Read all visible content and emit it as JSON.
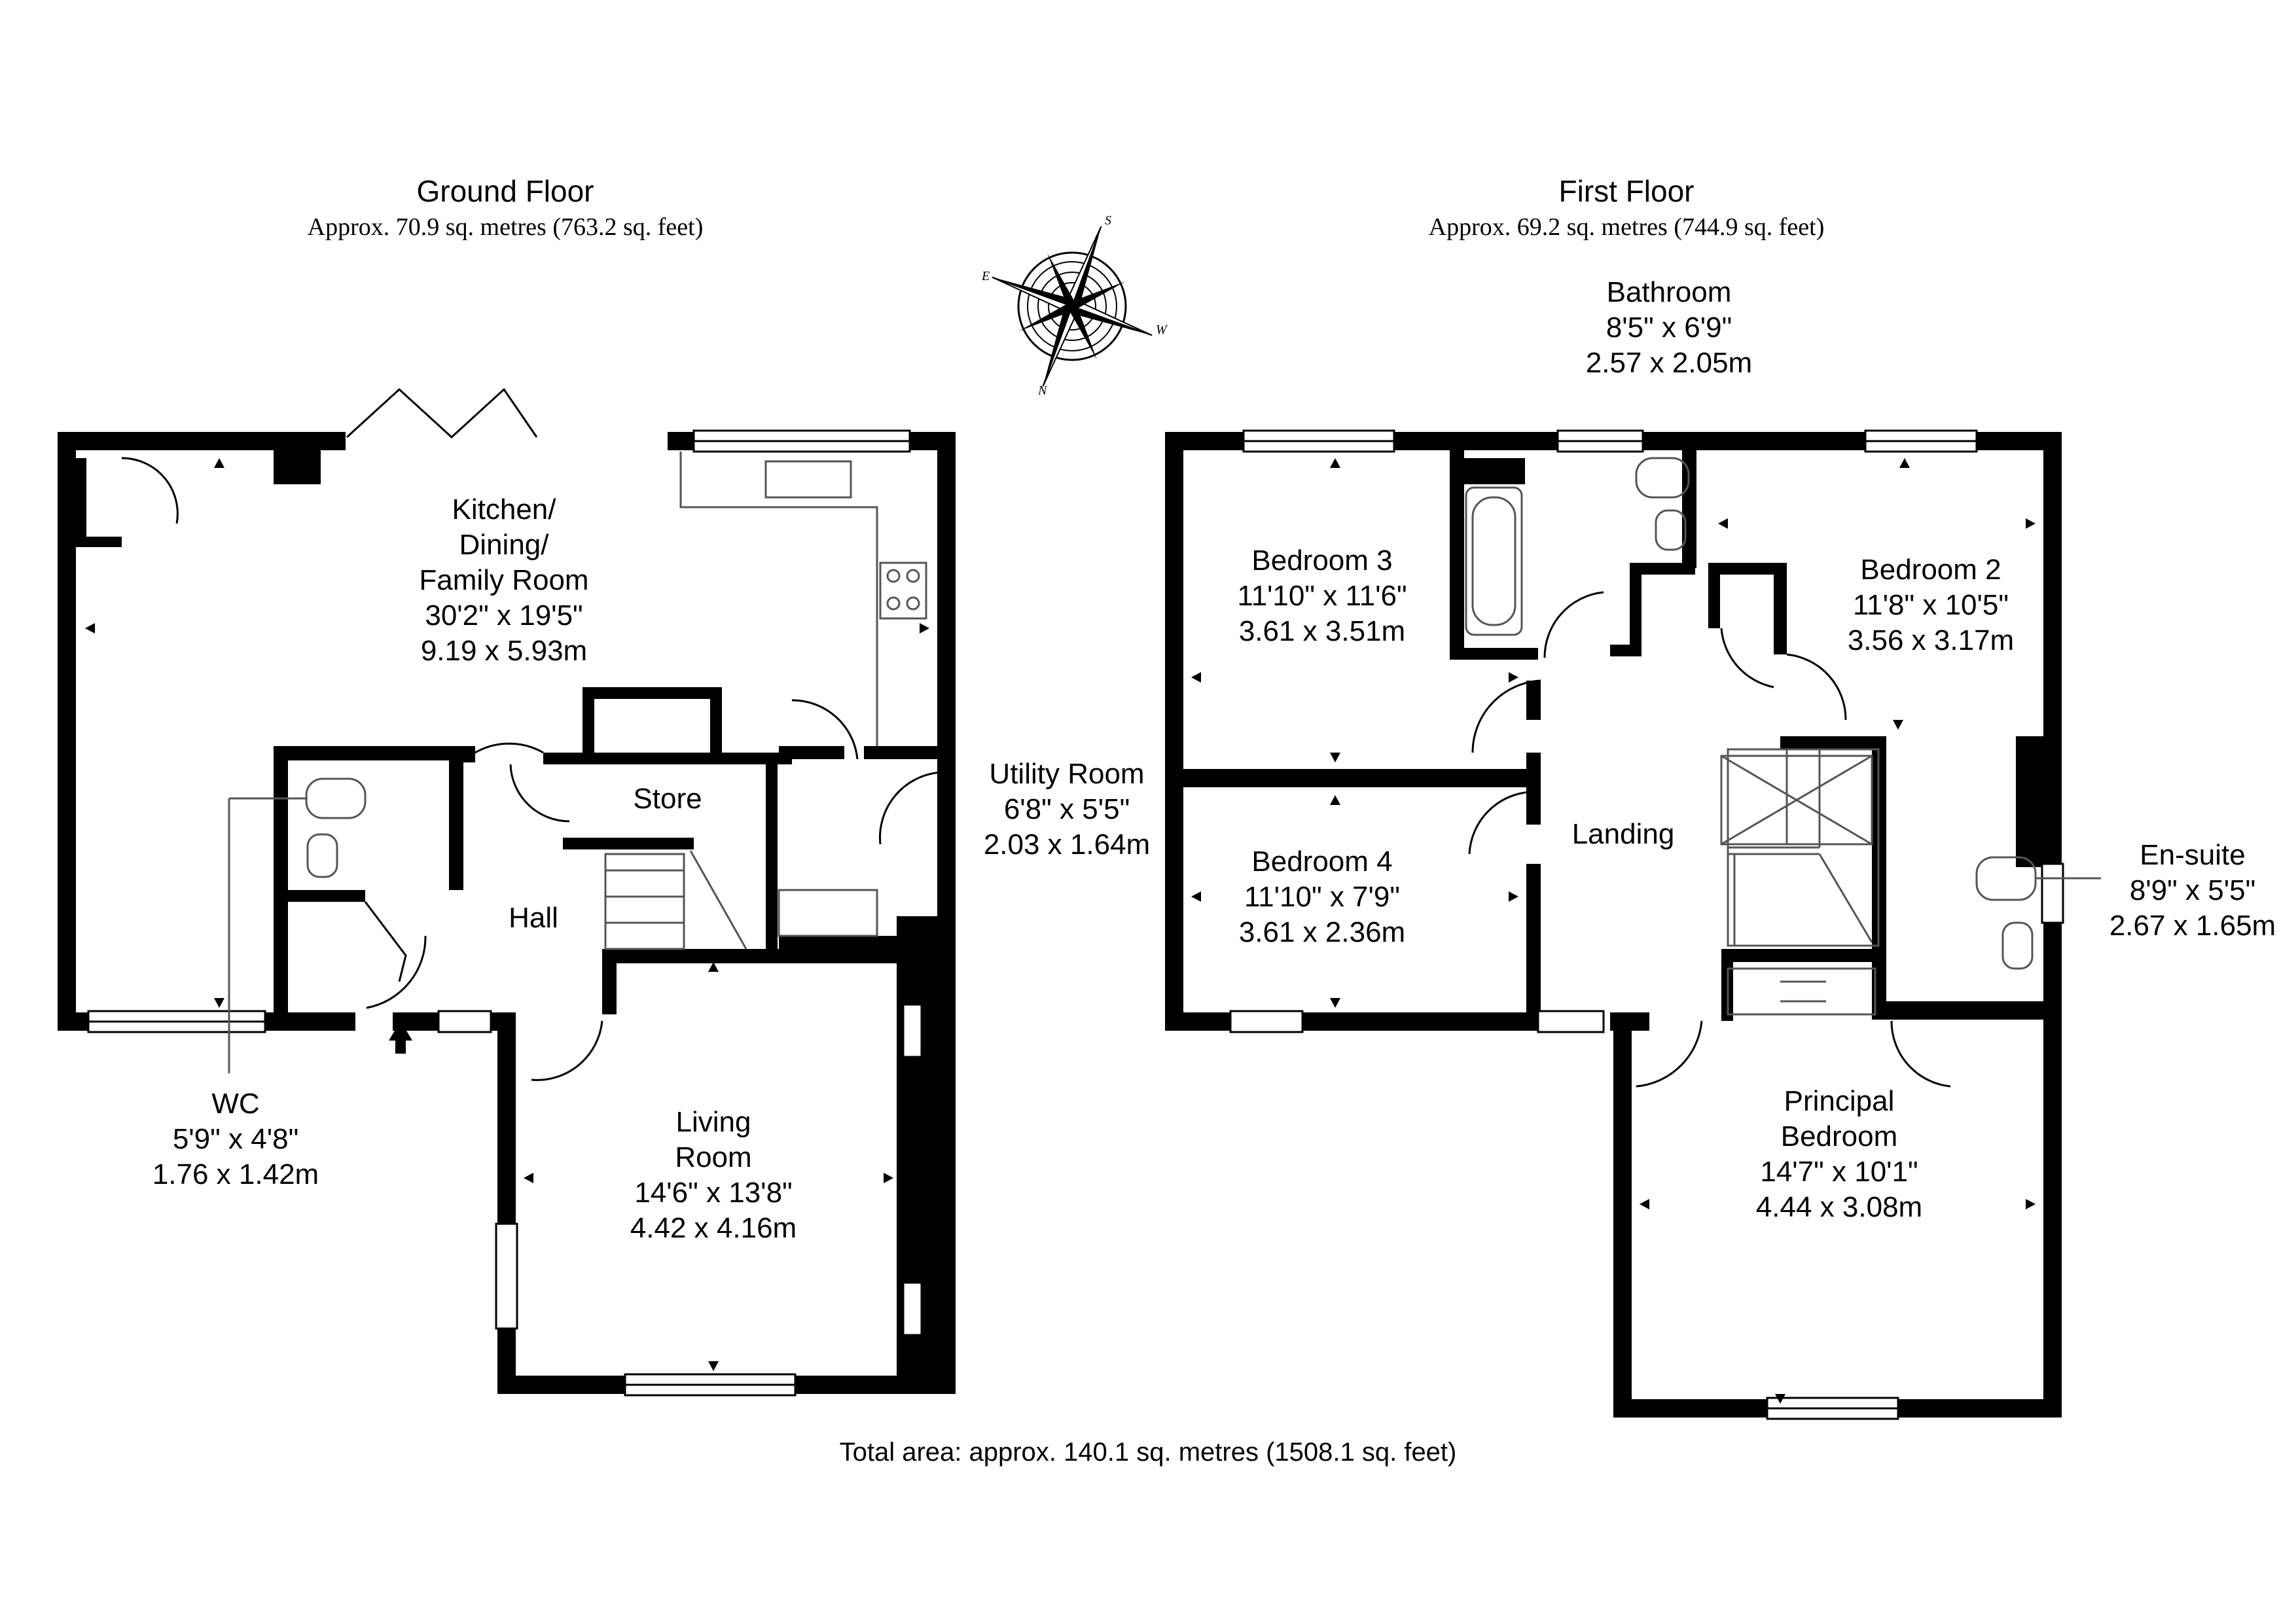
{
  "floors": [
    {
      "title": "Ground Floor",
      "area": "Approx. 70.9 sq. metres (763.2 sq. feet)"
    },
    {
      "title": "First Floor",
      "area": "Approx. 69.2 sq. metres (744.9 sq. feet)"
    }
  ],
  "total_area": "Total area: approx. 140.1 sq. metres (1508.1 sq. feet)",
  "rooms": {
    "kitchen": [
      "Kitchen/",
      "Dining/",
      "Family Room",
      "30'2\" x 19'5\"",
      "9.19 x 5.93m"
    ],
    "store": [
      "Store"
    ],
    "utility": [
      "Utility Room",
      "6'8\" x 5'5\"",
      "2.03 x 1.64m"
    ],
    "hall": [
      "Hall"
    ],
    "wc": [
      "WC",
      "5'9\" x 4'8\"",
      "1.76 x 1.42m"
    ],
    "living": [
      "Living",
      "Room",
      "14'6\" x 13'8\"",
      "4.42 x 4.16m"
    ],
    "bathroom": [
      "Bathroom",
      "8'5\" x 6'9\"",
      "2.57 x 2.05m"
    ],
    "bedroom3": [
      "Bedroom 3",
      "11'10\" x 11'6\"",
      "3.61 x 3.51m"
    ],
    "bedroom2": [
      "Bedroom 2",
      "11'8\" x 10'5\"",
      "3.56 x 3.17m"
    ],
    "bedroom4": [
      "Bedroom 4",
      "11'10\" x 7'9\"",
      "3.61 x 2.36m"
    ],
    "landing": [
      "Landing"
    ],
    "ensuite": [
      "En-suite",
      "8'9\" x 5'5\"",
      "2.67 x 1.65m"
    ],
    "principal": [
      "Principal",
      "Bedroom",
      "14'7\" x 10'1\"",
      "4.44 x 3.08m"
    ]
  },
  "compass": {
    "letters": [
      "S",
      "W",
      "N",
      "E"
    ]
  },
  "colors": {
    "wall": "#000000",
    "line": "#555555",
    "background": "#ffffff"
  }
}
